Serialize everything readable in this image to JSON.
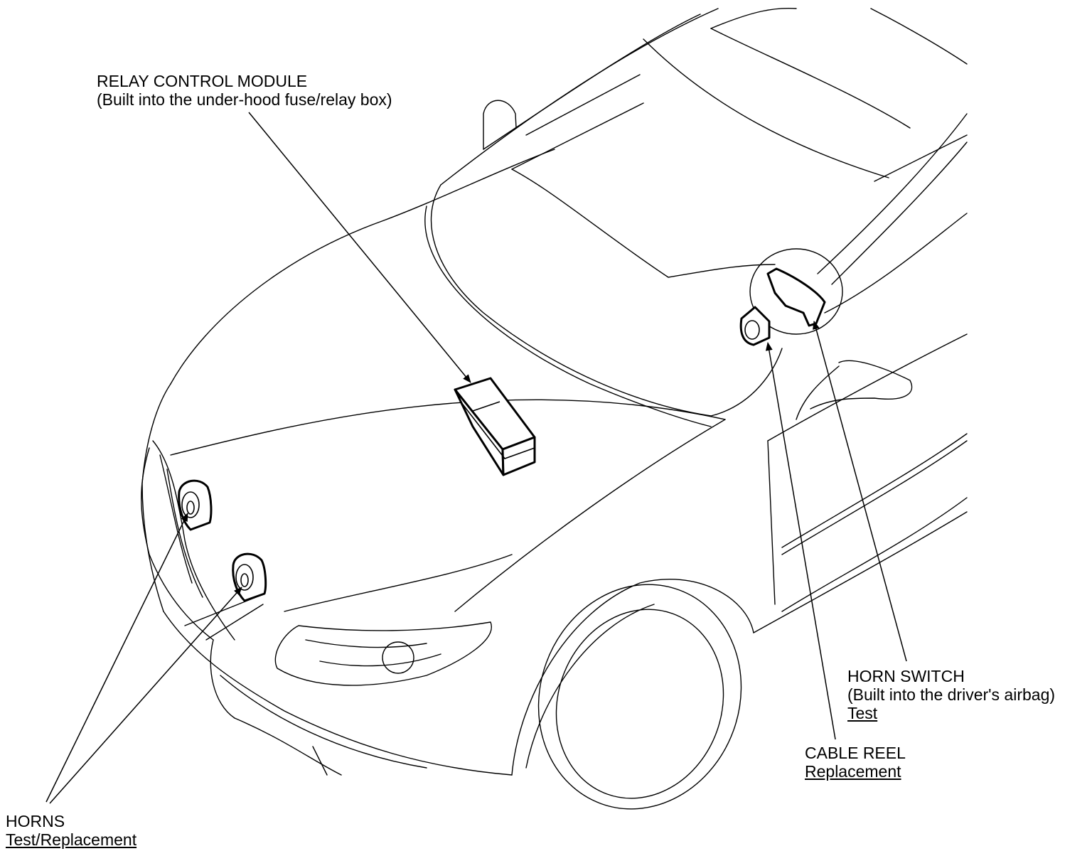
{
  "labels": {
    "relay_module": {
      "title": "RELAY CONTROL MODULE",
      "note": "(Built into the under-hood fuse/relay box)"
    },
    "horn_switch": {
      "title": "HORN SWITCH",
      "note": "(Built into the driver's airbag)",
      "link": "Test"
    },
    "cable_reel": {
      "title": "CABLE REEL",
      "link": "Replacement"
    },
    "horns": {
      "title": "HORNS",
      "link": "Test/Replacement"
    }
  }
}
